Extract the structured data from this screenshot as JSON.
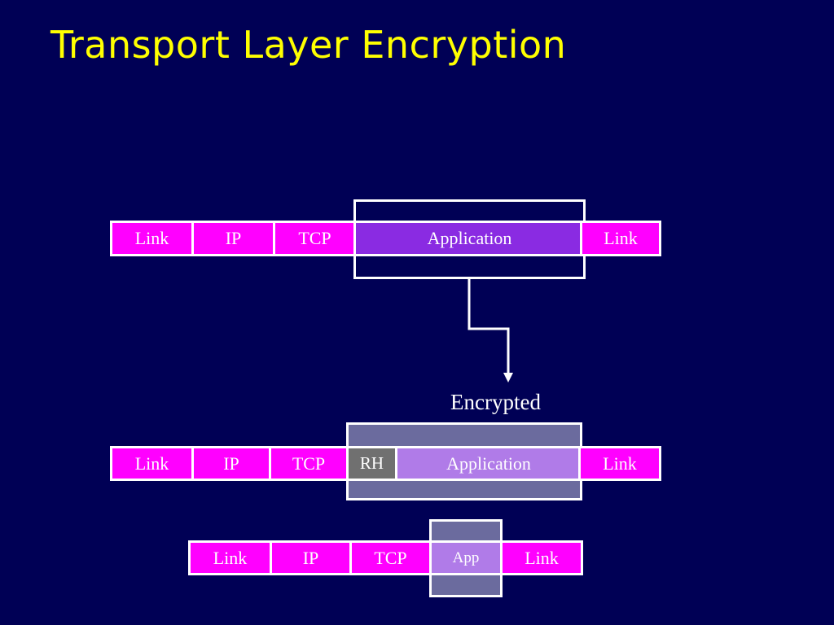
{
  "title": "Transport Layer Encryption",
  "rows": [
    {
      "link_left": "Link",
      "ip": "IP",
      "tcp": "TCP",
      "application": "Application",
      "link_right": "Link"
    },
    {
      "link_left": "Link",
      "ip": "IP",
      "tcp": "TCP",
      "rh": "RH",
      "application": "Application",
      "link_right": "Link"
    },
    {
      "link_left": "Link",
      "ip": "IP",
      "tcp": "TCP",
      "application": "App",
      "link_right": "Link"
    }
  ],
  "encrypted_label": "Encrypted",
  "colors": {
    "background": "#000055",
    "title": "#ffff00",
    "header_fill": "#ff00ff",
    "application_plain": "#8a2be2",
    "application_encrypted": "#b07be8",
    "record_header": "#707070",
    "encrypted_region": "#6b6b9e"
  }
}
